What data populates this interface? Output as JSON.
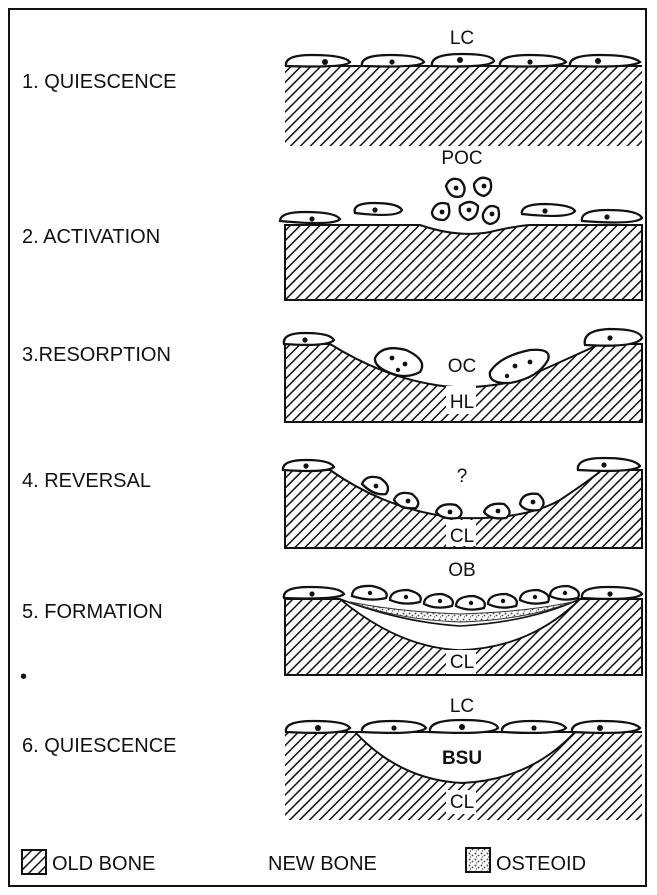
{
  "stages": [
    {
      "label": "1. QUIESCENCE",
      "cell_tag": "LC",
      "lower_tag": ""
    },
    {
      "label": "2. ACTIVATION",
      "cell_tag": "POC",
      "lower_tag": ""
    },
    {
      "label": "3.RESORPTION",
      "cell_tag": "OC",
      "lower_tag": "HL"
    },
    {
      "label": "4. REVERSAL",
      "cell_tag": "?",
      "lower_tag": "CL"
    },
    {
      "label": "5. FORMATION",
      "cell_tag": "OB",
      "lower_tag": "CL"
    },
    {
      "label": "6. QUIESCENCE",
      "cell_tag": "LC",
      "lower_tag": "CL",
      "center_tag": "BSU"
    }
  ],
  "legend": {
    "old_bone": "OLD BONE",
    "new_bone": "NEW BONE",
    "osteoid": "OSTEOID"
  },
  "stray_mark": "•",
  "colors": {
    "ink": "#111111",
    "paper": "#ffffff",
    "osteoid": "#777777"
  }
}
